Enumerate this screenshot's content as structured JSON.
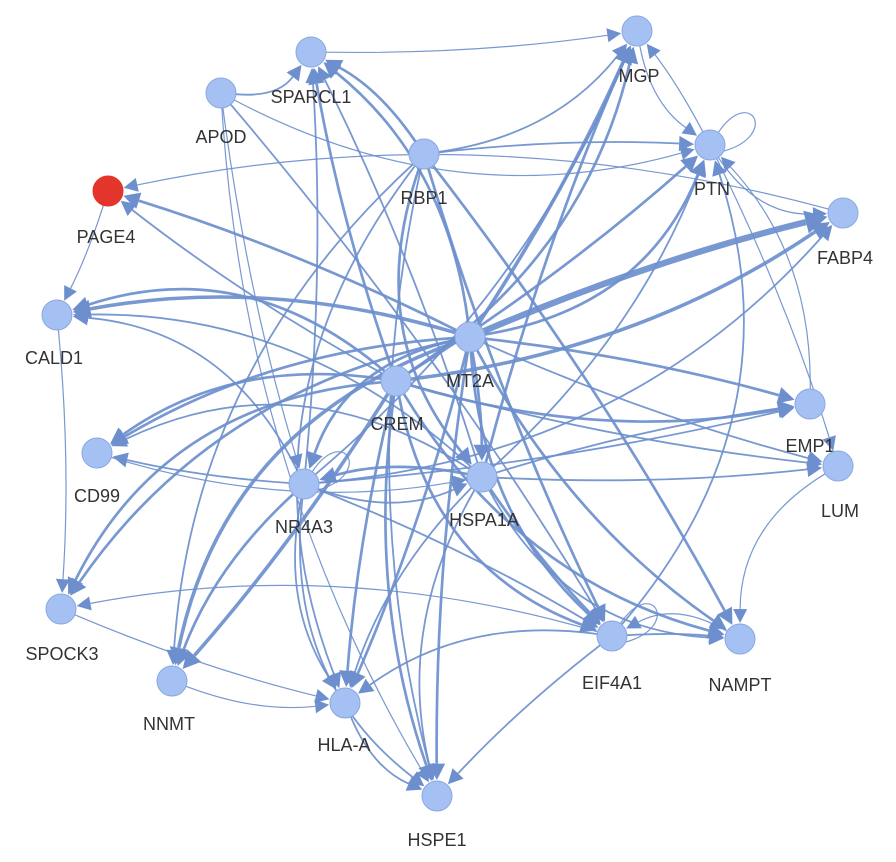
{
  "colors": {
    "node": "#a5c0f2",
    "node_stroke": "#8aa8e0",
    "edge": "#6d8fcd",
    "highlight_node": "#e3352b",
    "label": "#333333"
  },
  "nodes": [
    {
      "id": "MGP",
      "label": "MGP",
      "highlight": false
    },
    {
      "id": "SPARCL1",
      "label": "SPARCL1",
      "highlight": false
    },
    {
      "id": "APOD",
      "label": "APOD",
      "highlight": false
    },
    {
      "id": "RBP1",
      "label": "RBP1",
      "highlight": false
    },
    {
      "id": "PTN",
      "label": "PTN",
      "highlight": false
    },
    {
      "id": "PAGE4",
      "label": "PAGE4",
      "highlight": true
    },
    {
      "id": "FABP4",
      "label": "FABP4",
      "highlight": false
    },
    {
      "id": "CALD1",
      "label": "CALD1",
      "highlight": false
    },
    {
      "id": "MT2A",
      "label": "MT2A",
      "highlight": false
    },
    {
      "id": "CREM",
      "label": "CREM",
      "highlight": false
    },
    {
      "id": "EMP1",
      "label": "EMP1",
      "highlight": false
    },
    {
      "id": "CD99",
      "label": "CD99",
      "highlight": false
    },
    {
      "id": "LUM",
      "label": "LUM",
      "highlight": false
    },
    {
      "id": "NR4A3",
      "label": "NR4A3",
      "highlight": false
    },
    {
      "id": "HSPA1A",
      "label": "HSPA1A",
      "highlight": false
    },
    {
      "id": "SPOCK3",
      "label": "SPOCK3",
      "highlight": false
    },
    {
      "id": "EIF4A1",
      "label": "EIF4A1",
      "highlight": false
    },
    {
      "id": "NAMPT",
      "label": "NAMPT",
      "highlight": false
    },
    {
      "id": "NNMT",
      "label": "NNMT",
      "highlight": false
    },
    {
      "id": "HLA-A",
      "label": "HLA-A",
      "highlight": false
    },
    {
      "id": "HSPE1",
      "label": "HSPE1",
      "highlight": false
    }
  ],
  "edges": [
    {
      "source": "MT2A",
      "target": "FABP4",
      "weight": 7
    },
    {
      "source": "MT2A",
      "target": "MGP",
      "weight": 4
    },
    {
      "source": "MT2A",
      "target": "CALD1",
      "weight": 4
    },
    {
      "source": "MT2A",
      "target": "SPARCL1",
      "weight": 3
    },
    {
      "source": "MT2A",
      "target": "PTN",
      "weight": 3
    },
    {
      "source": "MT2A",
      "target": "EMP1",
      "weight": 3
    },
    {
      "source": "MT2A",
      "target": "LUM",
      "weight": 2
    },
    {
      "source": "MT2A",
      "target": "CD99",
      "weight": 3
    },
    {
      "source": "MT2A",
      "target": "SPOCK3",
      "weight": 3
    },
    {
      "source": "MT2A",
      "target": "NNMT",
      "weight": 4
    },
    {
      "source": "MT2A",
      "target": "HLA-A",
      "weight": 3
    },
    {
      "source": "MT2A",
      "target": "HSPE1",
      "weight": 3
    },
    {
      "source": "MT2A",
      "target": "NAMPT",
      "weight": 3
    },
    {
      "source": "MT2A",
      "target": "EIF4A1",
      "weight": 3
    },
    {
      "source": "MT2A",
      "target": "NR4A3",
      "weight": 3
    },
    {
      "source": "MT2A",
      "target": "HSPA1A",
      "weight": 3
    },
    {
      "source": "MT2A",
      "target": "PAGE4",
      "weight": 3
    },
    {
      "source": "CREM",
      "target": "FABP4",
      "weight": 4
    },
    {
      "source": "CREM",
      "target": "MGP",
      "weight": 3
    },
    {
      "source": "CREM",
      "target": "CALD1",
      "weight": 3
    },
    {
      "source": "CREM",
      "target": "SPARCL1",
      "weight": 3
    },
    {
      "source": "CREM",
      "target": "PTN",
      "weight": 3
    },
    {
      "source": "CREM",
      "target": "EMP1",
      "weight": 3
    },
    {
      "source": "CREM",
      "target": "CD99",
      "weight": 3
    },
    {
      "source": "CREM",
      "target": "SPOCK3",
      "weight": 3
    },
    {
      "source": "CREM",
      "target": "NNMT",
      "weight": 4
    },
    {
      "source": "CREM",
      "target": "HLA-A",
      "weight": 3
    },
    {
      "source": "CREM",
      "target": "HSPE1",
      "weight": 3
    },
    {
      "source": "CREM",
      "target": "NAMPT",
      "weight": 3
    },
    {
      "source": "CREM",
      "target": "EIF4A1",
      "weight": 3
    },
    {
      "source": "CREM",
      "target": "PAGE4",
      "weight": 2
    },
    {
      "source": "CREM",
      "target": "LUM",
      "weight": 2
    },
    {
      "source": "RBP1",
      "target": "SPARCL1",
      "weight": 3
    },
    {
      "source": "RBP1",
      "target": "MGP",
      "weight": 2
    },
    {
      "source": "RBP1",
      "target": "HSPA1A",
      "weight": 3
    },
    {
      "source": "RBP1",
      "target": "NAMPT",
      "weight": 3
    },
    {
      "source": "RBP1",
      "target": "EIF4A1",
      "weight": 3
    },
    {
      "source": "RBP1",
      "target": "HSPE1",
      "weight": 2
    },
    {
      "source": "RBP1",
      "target": "NNMT",
      "weight": 2
    },
    {
      "source": "RBP1",
      "target": "HLA-A",
      "weight": 2
    },
    {
      "source": "RBP1",
      "target": "PTN",
      "weight": 2
    },
    {
      "source": "HSPA1A",
      "target": "EIF4A1",
      "weight": 3
    },
    {
      "source": "HSPA1A",
      "target": "NR4A3",
      "weight": 3
    },
    {
      "source": "HSPA1A",
      "target": "CALD1",
      "weight": 2
    },
    {
      "source": "HSPA1A",
      "target": "CD99",
      "weight": 2
    },
    {
      "source": "HSPA1A",
      "target": "EMP1",
      "weight": 2
    },
    {
      "source": "HSPA1A",
      "target": "LUM",
      "weight": 2
    },
    {
      "source": "HSPA1A",
      "target": "HLA-A",
      "weight": 2
    },
    {
      "source": "HSPA1A",
      "target": "HSPE1",
      "weight": 2
    },
    {
      "source": "HSPA1A",
      "target": "NAMPT",
      "weight": 2
    },
    {
      "source": "HSPA1A",
      "target": "MGP",
      "weight": 3
    },
    {
      "source": "HSPA1A",
      "target": "SPARCL1",
      "weight": 2
    },
    {
      "source": "HSPA1A",
      "target": "PTN",
      "weight": 2
    },
    {
      "source": "NR4A3",
      "target": "HSPA1A",
      "weight": 2
    },
    {
      "source": "NR4A3",
      "target": "CALD1",
      "weight": 2
    },
    {
      "source": "NR4A3",
      "target": "CD99",
      "weight": 2
    },
    {
      "source": "NR4A3",
      "target": "EMP1",
      "weight": 2
    },
    {
      "source": "NR4A3",
      "target": "NNMT",
      "weight": 3
    },
    {
      "source": "NR4A3",
      "target": "HLA-A",
      "weight": 2
    },
    {
      "source": "NR4A3",
      "target": "HSPE1",
      "weight": 2
    },
    {
      "source": "NR4A3",
      "target": "EIF4A1",
      "weight": 2
    },
    {
      "source": "NR4A3",
      "target": "SPARCL1",
      "weight": 2
    },
    {
      "source": "NR4A3",
      "target": "MGP",
      "weight": 2
    },
    {
      "source": "NR4A3",
      "target": "FABP4",
      "weight": 2
    },
    {
      "source": "EIF4A1",
      "target": "PTN",
      "weight": 2
    },
    {
      "source": "EIF4A1",
      "target": "NAMPT",
      "weight": 2
    },
    {
      "source": "EIF4A1",
      "target": "HSPE1",
      "weight": 2
    },
    {
      "source": "EIF4A1",
      "target": "SPOCK3",
      "weight": 1
    },
    {
      "source": "EIF4A1",
      "target": "HLA-A",
      "weight": 2
    },
    {
      "source": "APOD",
      "target": "SPARCL1",
      "weight": 2
    },
    {
      "source": "APOD",
      "target": "EIF4A1",
      "weight": 2
    },
    {
      "source": "APOD",
      "target": "NR4A3",
      "weight": 1
    },
    {
      "source": "APOD",
      "target": "HSPE1",
      "weight": 1
    },
    {
      "source": "APOD",
      "target": "PTN",
      "weight": 1
    },
    {
      "source": "PTN",
      "target": "FABP4",
      "weight": 1
    },
    {
      "source": "PTN",
      "target": "LUM",
      "weight": 1
    },
    {
      "source": "PTN",
      "target": "MGP",
      "weight": 1
    },
    {
      "source": "FABP4",
      "target": "PAGE4",
      "weight": 1
    },
    {
      "source": "EMP1",
      "target": "PTN",
      "weight": 1
    },
    {
      "source": "LUM",
      "target": "NAMPT",
      "weight": 1
    },
    {
      "source": "CALD1",
      "target": "SPOCK3",
      "weight": 1
    },
    {
      "source": "SPOCK3",
      "target": "HLA-A",
      "weight": 1
    },
    {
      "source": "NNMT",
      "target": "HLA-A",
      "weight": 1
    },
    {
      "source": "HLA-A",
      "target": "HSPE1",
      "weight": 2
    },
    {
      "source": "NAMPT",
      "target": "EIF4A1",
      "weight": 1
    },
    {
      "source": "PAGE4",
      "target": "CALD1",
      "weight": 1
    },
    {
      "source": "SPARCL1",
      "target": "MGP",
      "weight": 1
    },
    {
      "source": "CD99",
      "target": "HSPA1A",
      "weight": 1
    },
    {
      "source": "MGP",
      "target": "PTN",
      "weight": 1
    },
    {
      "source": "PTN",
      "target": "PTN",
      "weight": 1
    },
    {
      "source": "EIF4A1",
      "target": "EIF4A1",
      "weight": 1
    },
    {
      "source": "NR4A3",
      "target": "NR4A3",
      "weight": 1
    }
  ]
}
